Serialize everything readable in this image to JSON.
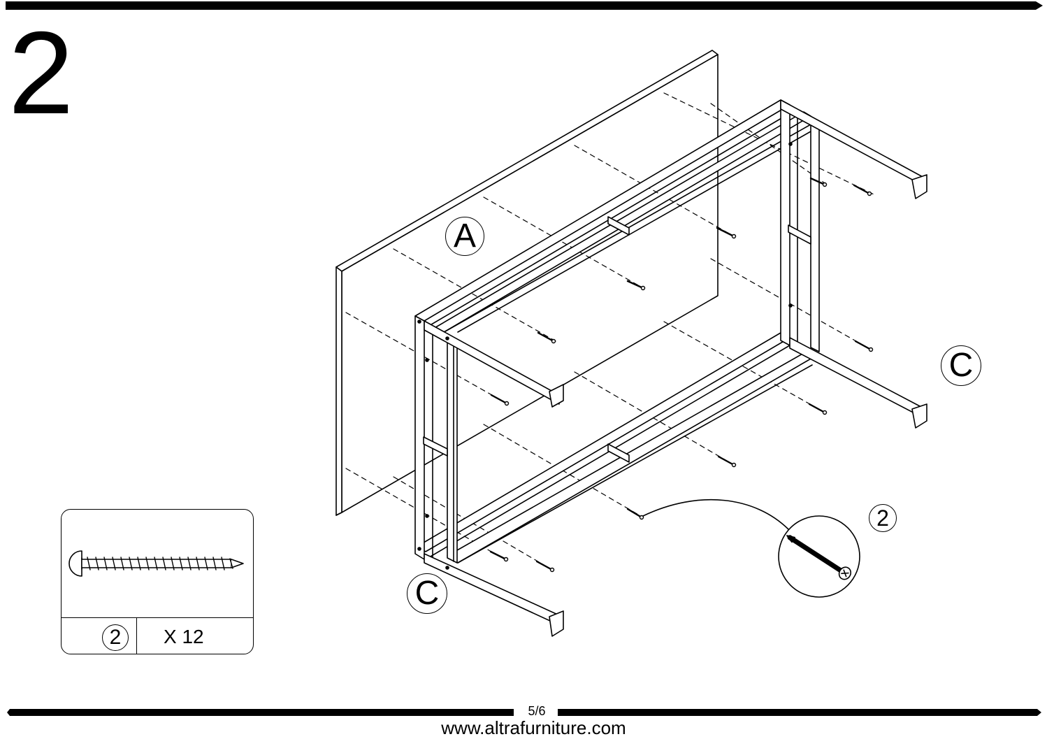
{
  "step": {
    "number": "2"
  },
  "labels": {
    "panel": "A",
    "frame_right": "C",
    "frame_left": "C",
    "screw_callout": "2"
  },
  "parts_list": {
    "part_id": "2",
    "quantity": "X 12",
    "icon": "screw-icon"
  },
  "footer": {
    "page": "5/6",
    "website": "www.altrafurniture.com"
  }
}
